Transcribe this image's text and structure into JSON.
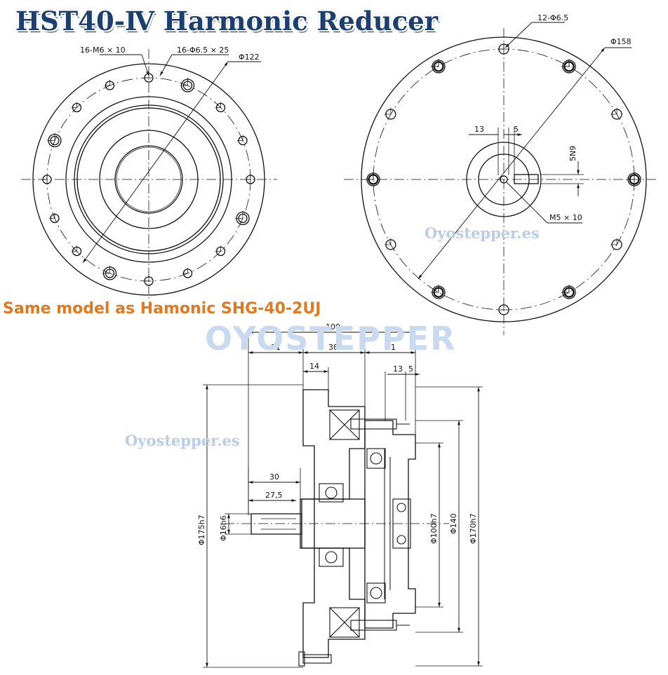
{
  "title": "HST40-Ⅳ Harmonic Reducer",
  "subtitle": "Same model as Hamonic SHG-40-2UJ",
  "watermarks": {
    "small_1": "Oyostepper.es",
    "small_2": "Oyostepper.es",
    "big": "OYOSTEPPER"
  },
  "front_view": {
    "labels": {
      "tapped_holes": "16-M6 × 10",
      "through_holes": "16-Φ6.5 × 25",
      "bolt_circle": "Φ122"
    }
  },
  "rear_view": {
    "labels": {
      "holes": "12-Φ6.5",
      "bolt_circle": "Φ158",
      "key_offset": "13",
      "key_width": "5",
      "keyway": "5N9",
      "center_thread": "M5 × 10"
    }
  },
  "section_view": {
    "labels": {
      "overall_length": "100",
      "left_length": "31",
      "middle_length": "38",
      "right_length": "31",
      "flange_width": "14",
      "shaft_key_offset": "13",
      "shaft_key_width": "5",
      "shaft_length": "30",
      "key_length": "27,5",
      "outer_diameter": "Φ175h7",
      "shaft_diameter": "Φ16h6",
      "pilot_diameter": "Φ100h7",
      "pitch_diameter": "Φ140",
      "output_diameter": "Φ170h7"
    }
  },
  "colors": {
    "title": "#1d3f70",
    "subtitle": "#e07a20",
    "watermark": "#b9cde6",
    "lines": "#111111"
  }
}
